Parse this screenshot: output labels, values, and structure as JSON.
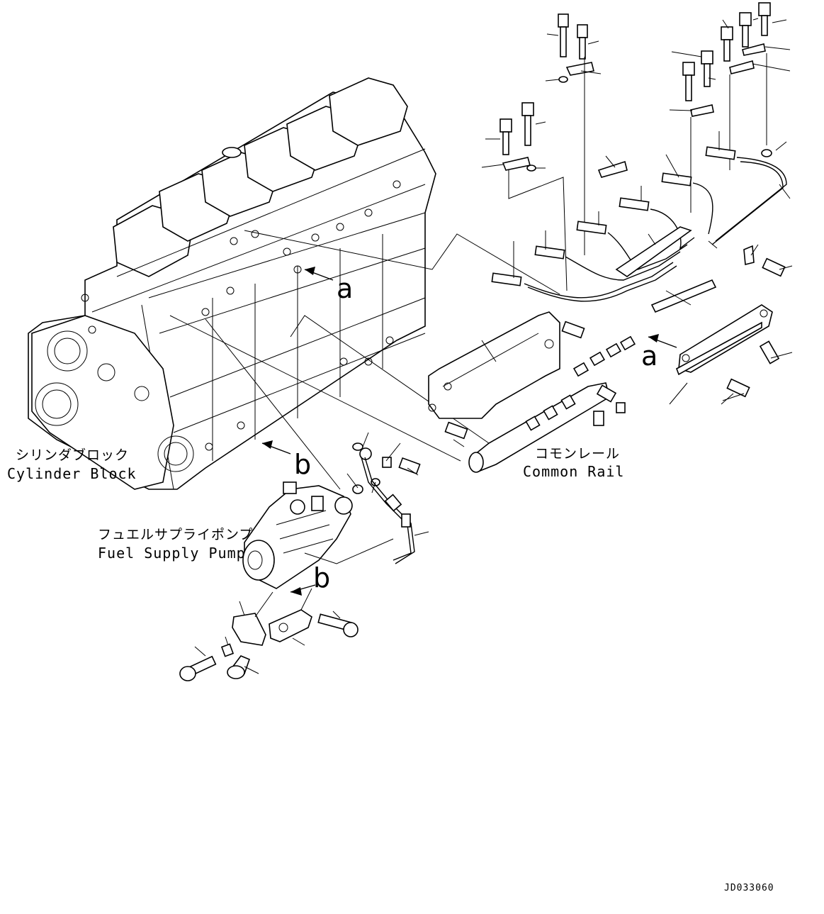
{
  "labels": {
    "cylinder_block_jp": "シリンダブロック",
    "cylinder_block_en": "Cylinder Block",
    "common_rail_jp": "コモンレール",
    "common_rail_en": "Common Rail",
    "fuel_pump_jp": "フュエルサプライポンプ",
    "fuel_pump_en": "Fuel Supply Pump",
    "view_a_engine": "a",
    "view_a_rail": "a",
    "view_b_engine": "b",
    "view_b_pump": "b",
    "drawing_code": "JD033060"
  }
}
